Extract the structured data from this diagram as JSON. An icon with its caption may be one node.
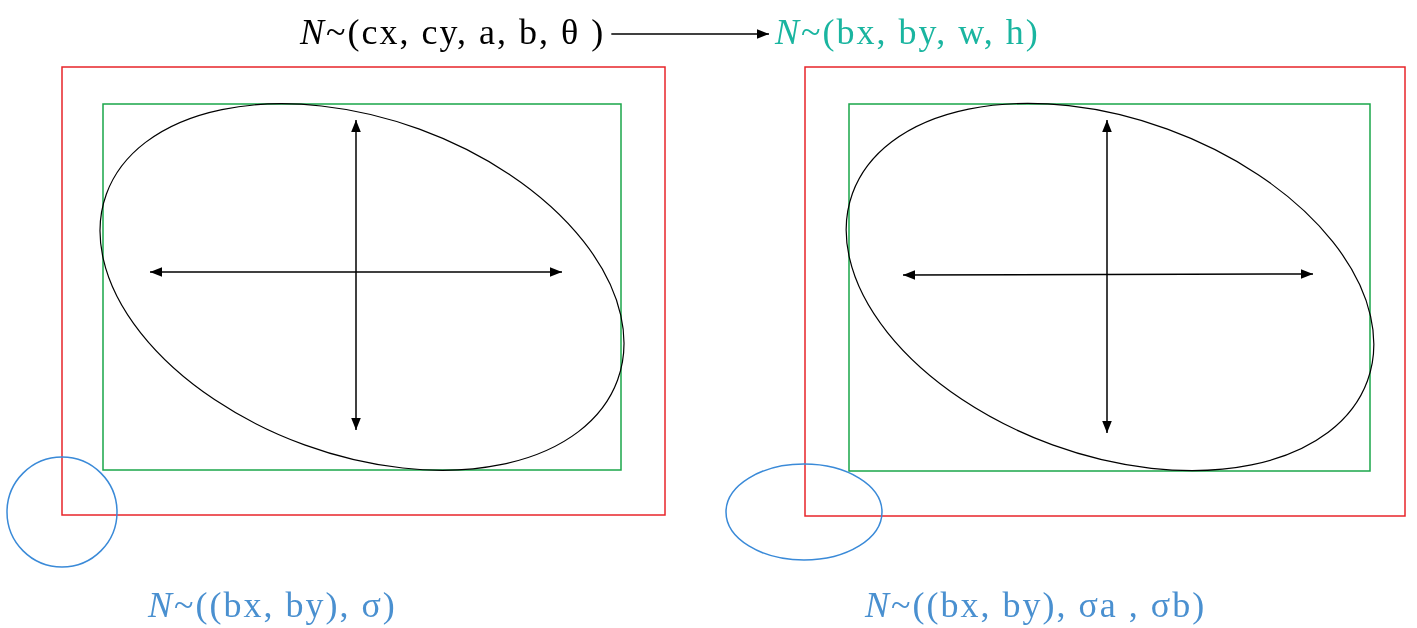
{
  "diagram": {
    "nodes": [
      {
        "text": [
          "*N*~(cx, cy, a, b, θ )"
        ]
      },
      {
        "text": [
          "*N*~(bx, by, w, h)"
        ]
      }
    ],
    "edges": [
      {
        "from": 0,
        "to": 1,
        "arrow": "to"
      }
    ],
    "labels": [
      "*N*~((bx, by), σ)",
      "*N*~((bx, by), σa , σb)"
    ]
  }
}
